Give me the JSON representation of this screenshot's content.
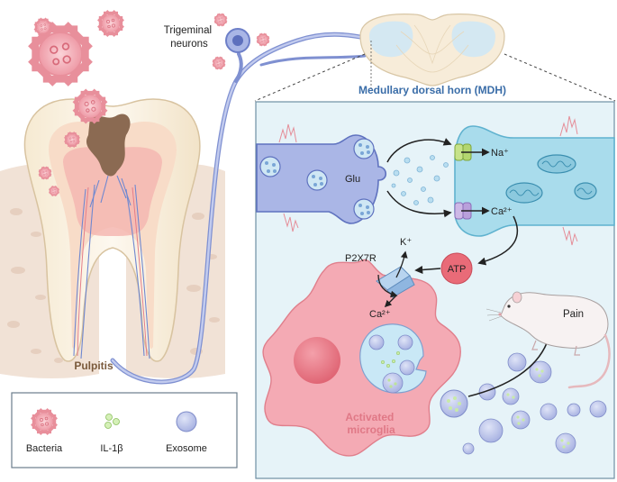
{
  "labels": {
    "trigeminal": [
      "Trigeminal",
      "neurons"
    ],
    "mdh": "Medullary dorsal horn (MDH)",
    "pulpitis": "Pulpitis",
    "glu": "Glu",
    "na": "Na⁺",
    "ca_channel": "Ca²⁺",
    "atp": "ATP",
    "p2x7r": "P2X7R",
    "k": "K⁺",
    "ca_in": "Ca²⁺",
    "pain": "Pain",
    "activated": [
      "Activated",
      "microglia"
    ]
  },
  "legend": {
    "bacteria": "Bacteria",
    "il1b": "IL-1β",
    "exosome": "Exosome"
  },
  "colors": {
    "neuron_blue": "#9aa8dc",
    "panel_bg": "#e6f3f8",
    "microglia_pink": "#f4aab4",
    "bacteria_pink": "#f0a4ae",
    "atp_red": "#e96b78",
    "postsynaptic": "#a9dcec",
    "title_blue": "#3a6da8",
    "pulpitis_brown": "#7a5a3c"
  }
}
